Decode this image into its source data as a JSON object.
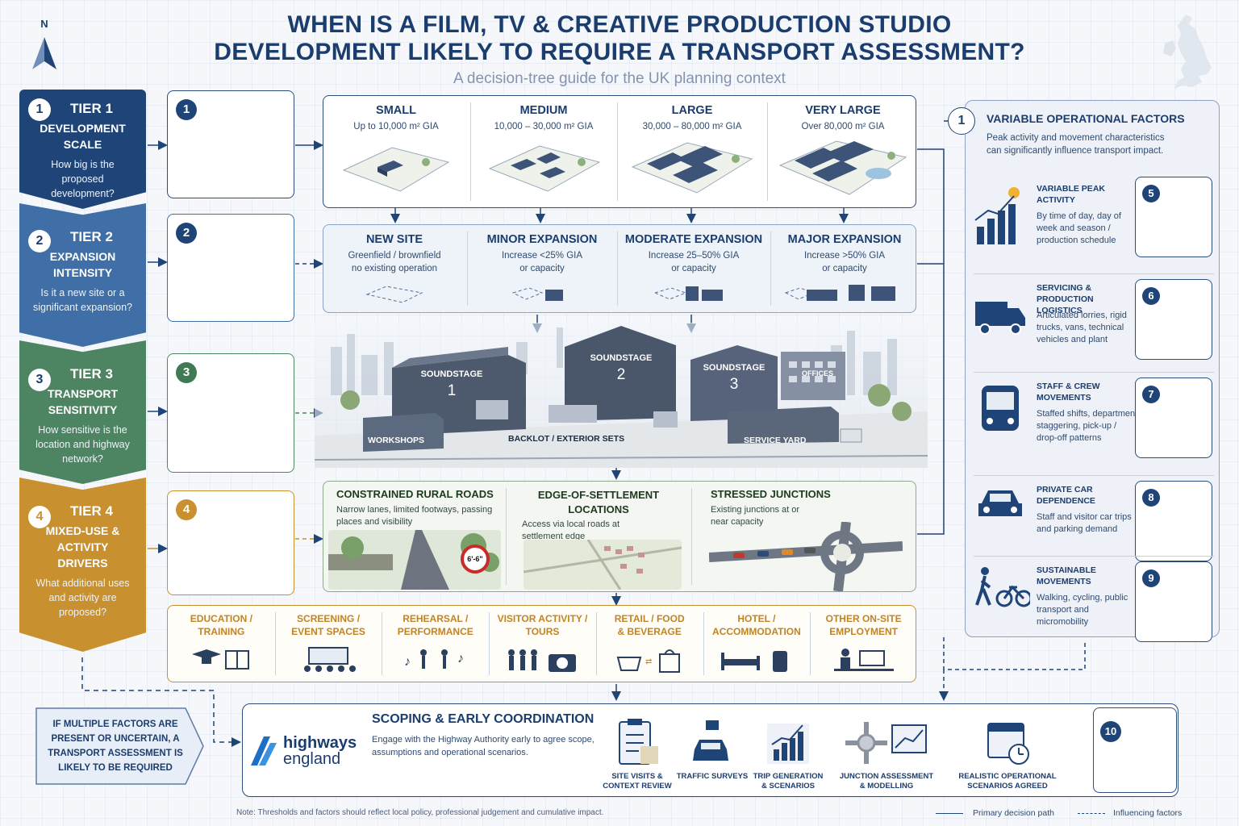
{
  "header": {
    "title": "WHEN IS A FILM, TV & CREATIVE PRODUCTION STUDIO DEVELOPMENT LIKELY TO REQUIRE A TRANSPORT ASSESSMENT?",
    "subtitle": "A decision-tree guide for the UK planning context",
    "compass_label": "N"
  },
  "tiers": [
    {
      "num": "1",
      "name": "TIER 1",
      "sub": "DEVELOPMENT SCALE",
      "question": "How big is the proposed development?",
      "color": "#1f4478"
    },
    {
      "num": "2",
      "name": "TIER 2",
      "sub": "EXPANSION INTENSITY",
      "question": "Is it a new site or a significant expansion?",
      "color": "#3f6fa6"
    },
    {
      "num": "3",
      "name": "TIER 3",
      "sub": "TRANSPORT SENSITIVITY",
      "question": "How sensitive is the location and highway network?",
      "color": "#4d8563"
    },
    {
      "num": "4",
      "name": "TIER 4",
      "sub": "MIXED-USE & ACTIVITY DRIVERS",
      "question": "What additional uses and activity are proposed?",
      "color": "#c8902e"
    }
  ],
  "step_boxes": [
    "1",
    "2",
    "3",
    "4"
  ],
  "scale": [
    {
      "h": "SMALL",
      "s": "Up to 10,000 m² GIA"
    },
    {
      "h": "MEDIUM",
      "s": "10,000 – 30,000 m² GIA"
    },
    {
      "h": "LARGE",
      "s": "30,000 – 80,000 m² GIA"
    },
    {
      "h": "VERY LARGE",
      "s": "Over 80,000 m² GIA"
    }
  ],
  "expansion": [
    {
      "h": "NEW SITE",
      "s1": "Greenfield / brownfield",
      "s2": "no existing operation"
    },
    {
      "h": "MINOR EXPANSION",
      "s1": "Increase <25% GIA",
      "s2": "or capacity"
    },
    {
      "h": "MODERATE EXPANSION",
      "s1": "Increase 25–50% GIA",
      "s2": "or capacity"
    },
    {
      "h": "MAJOR EXPANSION",
      "s1": "Increase >50% GIA",
      "s2": "or capacity"
    }
  ],
  "studio": {
    "stage1": "SOUNDSTAGE",
    "stage1n": "1",
    "stage2": "SOUNDSTAGE",
    "stage2n": "2",
    "stage3": "SOUNDSTAGE",
    "stage3n": "3",
    "offices": "OFFICES",
    "workshops": "WORKSHOPS",
    "backlot": "BACKLOT / EXTERIOR SETS",
    "service": "SERVICE YARD"
  },
  "sensitivity": [
    {
      "h": "CONSTRAINED RURAL ROADS",
      "s": "Narrow lanes, limited footways, passing places and visibility",
      "sign": "6'-6\""
    },
    {
      "h": "EDGE-OF-SETTLEMENT LOCATIONS",
      "s": "Access via local roads at settlement edge"
    },
    {
      "h": "STRESSED JUNCTIONS",
      "s": "Existing junctions at or near capacity"
    }
  ],
  "activities": [
    {
      "h1": "EDUCATION /",
      "h2": "TRAINING"
    },
    {
      "h1": "SCREENING /",
      "h2": "EVENT SPACES"
    },
    {
      "h1": "REHEARSAL /",
      "h2": "PERFORMANCE"
    },
    {
      "h1": "VISITOR ACTIVITY /",
      "h2": "TOURS"
    },
    {
      "h1": "RETAIL / FOOD",
      "h2": "& BEVERAGE"
    },
    {
      "h1": "HOTEL /",
      "h2": "ACCOMMODATION"
    },
    {
      "h1": "OTHER ON-SITE",
      "h2": "EMPLOYMENT"
    }
  ],
  "right": {
    "num": "1",
    "title": "VARIABLE OPERATIONAL FACTORS",
    "desc": "Peak activity and movement characteristics can significantly influence transport impact.",
    "factors": [
      {
        "title": "VARIABLE PEAK ACTIVITY",
        "desc": "By time of day, day of week and season / production schedule",
        "num": "5",
        "icon": "bar-chart-sun-icon"
      },
      {
        "title": "SERVICING & PRODUCTION LOGISTICS",
        "desc": "Articulated lorries, rigid trucks, vans, technical vehicles and plant",
        "num": "6",
        "icon": "truck-icon"
      },
      {
        "title": "STAFF & CREW MOVEMENTS",
        "desc": "Staffed shifts, department staggering, pick-up / drop-off patterns",
        "num": "7",
        "icon": "bus-icon"
      },
      {
        "title": "PRIVATE CAR DEPENDENCE",
        "desc": "Staff and visitor car trips and parking demand",
        "num": "8",
        "icon": "car-icon"
      },
      {
        "title": "SUSTAINABLE MOVEMENTS",
        "desc": "Walking, cycling, public transport and micromobility",
        "num": "9",
        "icon": "walk-bike-icon"
      }
    ]
  },
  "callout": "IF MULTIPLE FACTORS ARE PRESENT OR UNCERTAIN, A TRANSPORT ASSESSMENT IS LIKELY TO BE REQUIRED",
  "scoping": {
    "logo1": "highways",
    "logo2": "england",
    "title": "SCOPING & EARLY COORDINATION",
    "desc": "Engage with the Highway Authority early to agree scope, assumptions and operational scenarios.",
    "items": [
      {
        "l1": "SITE VISITS &",
        "l2": "CONTEXT REVIEW"
      },
      {
        "l1": "TRAFFIC SURVEYS",
        "l2": ""
      },
      {
        "l1": "TRIP GENERATION",
        "l2": "& SCENARIOS"
      },
      {
        "l1": "JUNCTION ASSESSMENT",
        "l2": "& MODELLING"
      },
      {
        "l1": "REALISTIC OPERATIONAL",
        "l2": "SCENARIOS AGREED"
      }
    ],
    "box_num": "10"
  },
  "footer": {
    "note": "Note: Thresholds and factors should reflect local policy, professional judgement and cumulative impact.",
    "legend_primary": "Primary decision path",
    "legend_influence": "Influencing factors"
  }
}
